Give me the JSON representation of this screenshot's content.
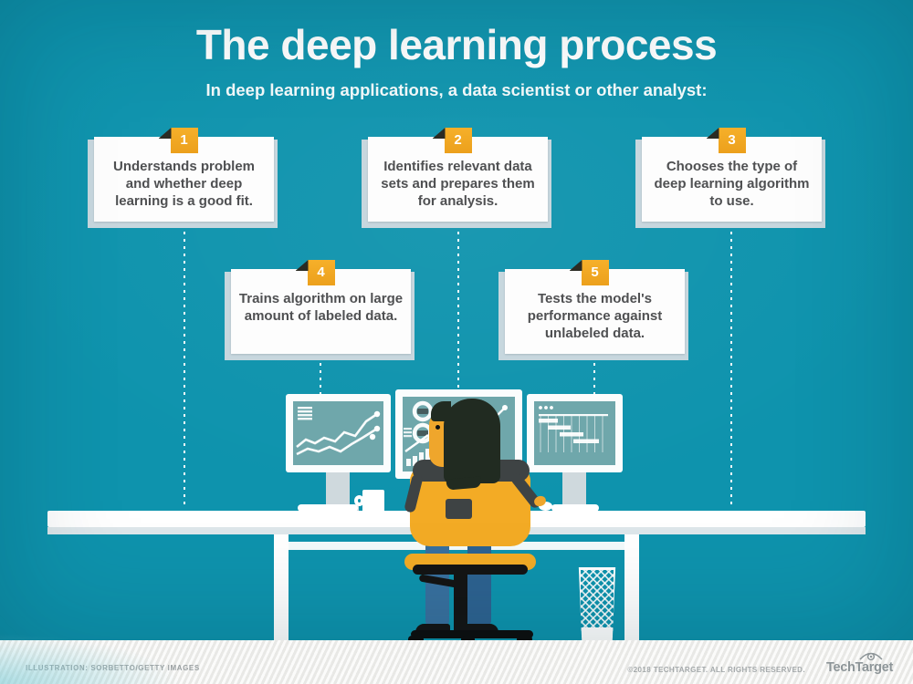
{
  "header": {
    "title": "The deep learning process",
    "subtitle": "In deep learning applications, a data scientist or other analyst:"
  },
  "steps": [
    {
      "number": "1",
      "text": "Understands problem and whether deep learning is a good fit."
    },
    {
      "number": "2",
      "text": "Identifies relevant data sets and prepares them for analysis."
    },
    {
      "number": "3",
      "text": "Chooses the type of deep learning algorithm to use."
    },
    {
      "number": "4",
      "text": "Trains algorithm on large amount of labeled data."
    },
    {
      "number": "5",
      "text": "Tests the model's performance against unlabeled data."
    }
  ],
  "illustration": {
    "scene": "data scientist at desk with three monitors",
    "monitors": [
      {
        "icon": "line-chart"
      },
      {
        "icon": "donut-bar-combo-chart"
      },
      {
        "icon": "gantt-chart"
      }
    ]
  },
  "footer": {
    "credit": "ILLUSTRATION: SORBETTO/GETTY IMAGES",
    "copyright": "©2018 TECHTARGET. ALL RIGHTS RESERVED.",
    "brand": "TechTarget"
  },
  "colors": {
    "background": "#0e93ad",
    "card": "#fdfdfd",
    "card_edge": "#c7d7de",
    "badge_orange": "#f2a620",
    "badge_flap": "#2b2b23",
    "card_text": "#4f5052",
    "screen_teal": "#6fa7ab",
    "vest_yellow": "#f3ab25",
    "jeans_blue": "#38709e",
    "hair": "#212b21",
    "footer_bg": "#f2f2f0"
  }
}
